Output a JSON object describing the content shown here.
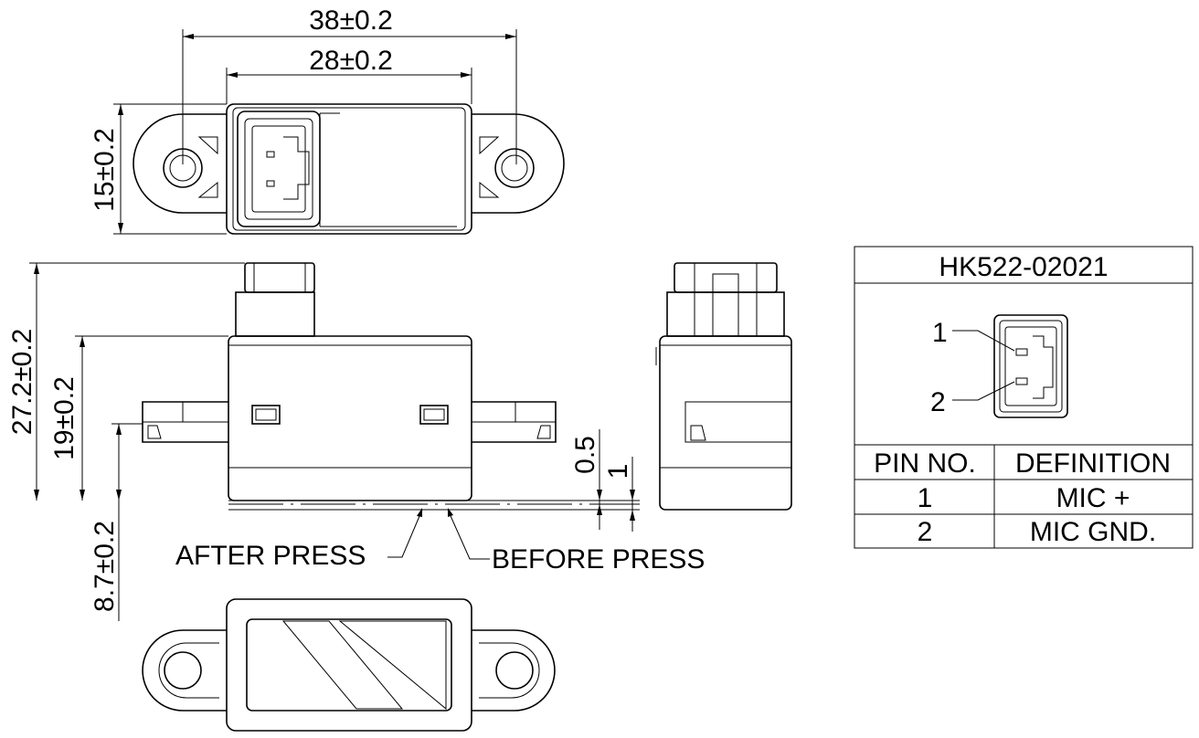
{
  "dimensions": {
    "overall_width": "38±0.2",
    "body_width": "28±0.2",
    "top_height": "15±0.2",
    "total_height": "27.2±0.2",
    "body_height": "19±0.2",
    "flange_height": "8.7±0.2",
    "press_gap": "0.5",
    "press_travel": "1"
  },
  "callouts": {
    "after_press": "AFTER PRESS",
    "before_press": "BEFORE PRESS"
  },
  "pin_table": {
    "part_number": "HK522-02021",
    "pin_labels": [
      "1",
      "2"
    ],
    "headers": [
      "PIN NO.",
      "DEFINITION"
    ],
    "rows": [
      [
        "1",
        "MIC +"
      ],
      [
        "2",
        "MIC GND."
      ]
    ]
  }
}
